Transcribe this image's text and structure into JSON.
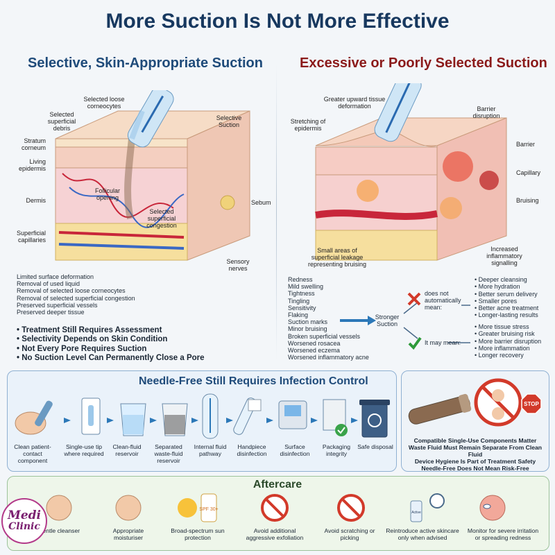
{
  "title": "More Suction Is Not More Effective",
  "left": {
    "subtitle": "Selective, Skin-Appropriate Suction",
    "labels": {
      "loose_corneocytes": "Selected loose corneocytes",
      "superficial_debris": "Selected superficial debris",
      "selective_suction": "Selective Suction",
      "stratum_corneum": "Stratum corneum",
      "living_epidermis": "Living epidermis",
      "dermis": "Dermis",
      "superficial_capillaries": "Superficial capillaries",
      "follicular_opening": "Follicular opening",
      "superficial_congestion": "Selected superficial congestion",
      "sebum": "Sebum",
      "sensory_nerves": "Sensory nerves"
    },
    "outcomes": [
      "Limited surface deformation",
      "Removal of used liquid",
      "Removal of selected loose corneocytes",
      "Removal of selected superficial congestion",
      "Preserved superficial vessels",
      "Preserved deeper tissue"
    ],
    "principles": [
      "Treatment Still Requires Assessment",
      "Selectivity Depends on Skin Condition",
      "Not Every Pore Requires Suction",
      "No Suction Level Can Permanently Close a Pore"
    ]
  },
  "right": {
    "subtitle": "Excessive or Poorly Selected Suction",
    "labels": {
      "tissue_deformation": "Greater upward tissue deformation",
      "stretching": "Stretching of epidermis",
      "barrier_disruption": "Barrier disruption",
      "barrier": "Barrier",
      "capillary": "Capillary",
      "bruising": "Bruising",
      "leakage": "Small areas of superficial leakage representing bruising",
      "inflammatory": "Increased inflammatory signalling"
    },
    "effects": [
      "Redness",
      "Mild swelling",
      "Tightness",
      "Tingling",
      "Sensitivity",
      "Flaking",
      "Suction marks",
      "Minor bruising",
      "Broken superficial vessels",
      "Worsened rosacea",
      "Worsened eczema",
      "Worsened inflammatory acne"
    ],
    "stronger_suction": "Stronger Suction",
    "does_not_mean": "does not automatically mean:",
    "may_mean": "It may mean:",
    "not_mean_list": [
      "Deeper cleansing",
      "More hydration",
      "Better serum delivery",
      "Smaller pores",
      "Better acne treatment",
      "Longer-lasting results"
    ],
    "may_mean_list": [
      "More tissue stress",
      "Greater bruising risk",
      "More barrier disruption",
      "More inflammation",
      "Longer recovery"
    ]
  },
  "infection": {
    "title": "Needle-Free Still Requires Infection Control",
    "steps": [
      "Clean patient-contact component",
      "Single-use tip where required",
      "Clean-fluid reservoir",
      "Separated waste-fluid reservoir",
      "Internal fluid pathway",
      "Handpiece disinfection",
      "Surface disinfection",
      "Packaging integrity",
      "Safe disposal"
    ],
    "stop_sign": "STOP",
    "warnings": [
      "Compatible Single-Use Components Matter",
      "Waste Fluid Must Remain Separate From Clean Fluid",
      "Device Hygiene Is Part of Treatment Safety",
      "Needle-Free Does Not Mean Risk-Free"
    ]
  },
  "aftercare": {
    "title": "Aftercare",
    "items": [
      "Gentle cleanser",
      "Appropriate moisturiser",
      "Broad-spectrum sun protection",
      "Avoid additional aggressive exfoliation",
      "Avoid scratching or picking",
      "Reintroduce active skincare only when advised",
      "Monitor for severe irritation or spreading redness"
    ],
    "spf_label": "SPF 30+",
    "active_label": "Active"
  },
  "logo": {
    "line1": "Medi",
    "line2": "Clinic"
  },
  "colors": {
    "title": "#17385f",
    "left_accent": "#1f4b7a",
    "right_accent": "#8b1a1a",
    "skin_top": "#f4d3b9",
    "dermis": "#f2c7c7",
    "fat": "#f3dd9a"
  }
}
